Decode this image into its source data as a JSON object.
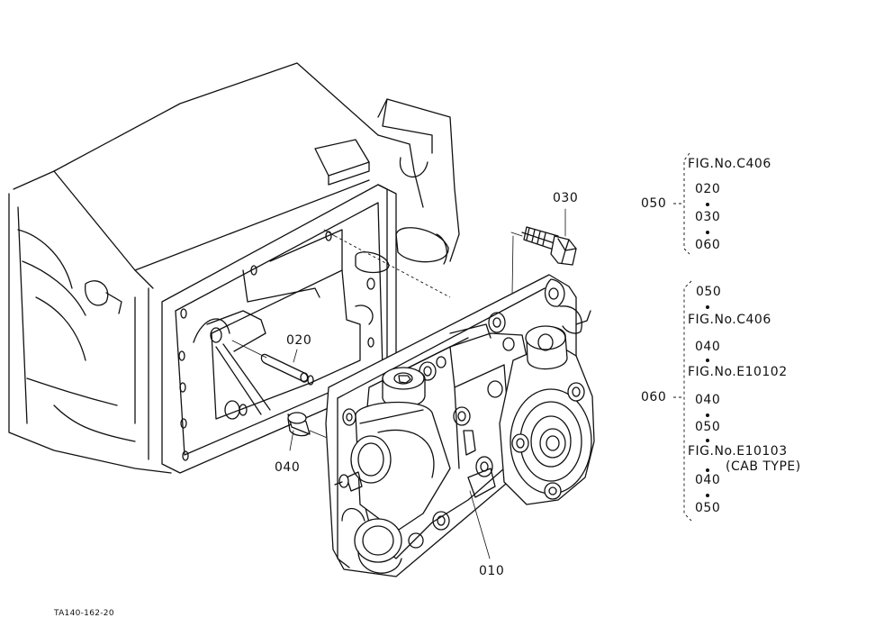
{
  "callouts": {
    "p010": "010",
    "p020": "020",
    "p030": "030",
    "p040": "040",
    "p050": "050",
    "p060": "060"
  },
  "ref_050": {
    "fig": "FIG.No.C406",
    "items": [
      "020",
      "030",
      "060"
    ]
  },
  "ref_060": {
    "top_item": "050",
    "fig1": "FIG.No.C406",
    "item1": "040",
    "fig2": "FIG.No.E10102",
    "item2a": "040",
    "item2b": "050",
    "fig3": "FIG.No.E10103",
    "fig3_note": "(CAB TYPE)",
    "item3a": "040",
    "item3b": "050"
  },
  "drawing_id": "TA140-162-20"
}
